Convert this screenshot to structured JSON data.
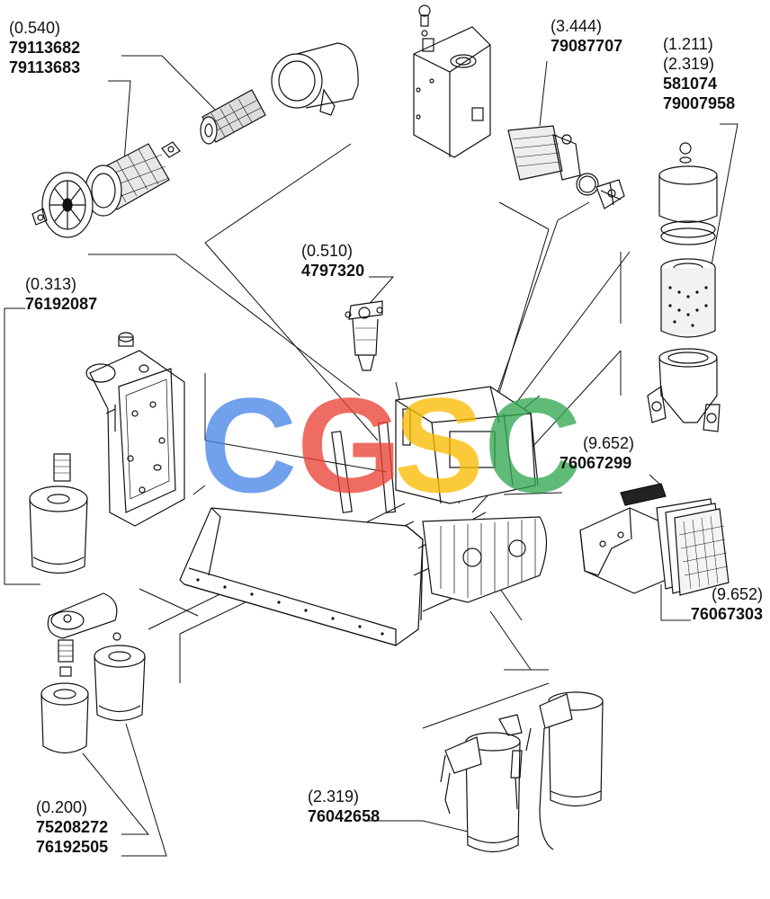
{
  "callouts": {
    "air_filter": {
      "qty": "(0.540)",
      "parts": [
        "79113682",
        "79113683"
      ]
    },
    "hyd_tank": {
      "qty": "(3.444)",
      "parts": [
        "79087707"
      ]
    },
    "spin_filter_right": {
      "qty_1": "(1.211)",
      "qty_2": "(2.319)",
      "parts": [
        "581074",
        "79007958"
      ]
    },
    "fuel_sediment": {
      "qty": "(0.510)",
      "parts": [
        "4797320"
      ]
    },
    "engine_oil": {
      "qty": "(0.313)",
      "parts": [
        "76192087"
      ]
    },
    "cab_filter_top": {
      "qty": "(9.652)",
      "parts": [
        "76067299"
      ]
    },
    "cab_filter_bottom": {
      "qty": "(9.652)",
      "parts": [
        "76067303"
      ]
    },
    "fuel_filters": {
      "qty": "(0.200)",
      "parts": [
        "75208272",
        "76192505"
      ]
    },
    "ac_dryer": {
      "qty": "(2.319)",
      "parts": [
        "76042658"
      ]
    }
  },
  "watermark": {
    "letters": [
      "C",
      "G",
      "S",
      "C"
    ],
    "colors": [
      "#4a86e8",
      "#ea4335",
      "#fbbc05",
      "#34a853"
    ]
  }
}
